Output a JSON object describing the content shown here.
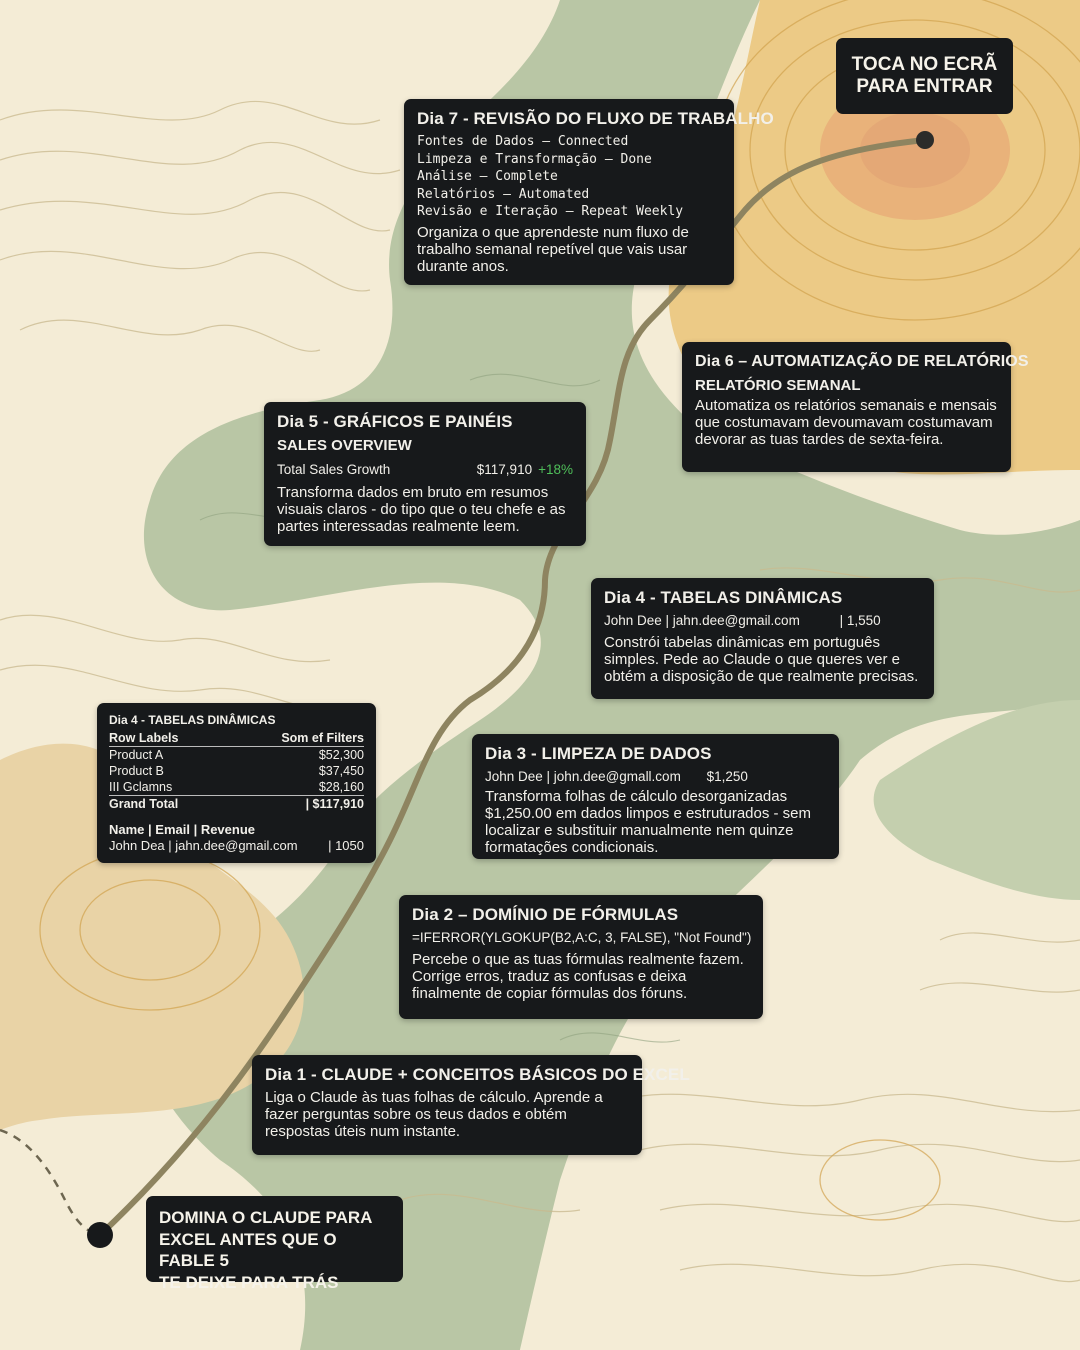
{
  "cta_top": {
    "lines": [
      "TOCA NO ECRÃ",
      "PARA ENTRAR"
    ]
  },
  "cta_bottom": {
    "lines": [
      "DOMINA O CLAUDE PARA",
      "EXCEL ANTES QUE O FABLE 5",
      "TE DEIXE PARA TRÁS"
    ]
  },
  "day7": {
    "title": "Dia 7 - REVISÃO DO FLUXO DE TRABALHO",
    "steps": [
      "Fontes de Dados – Connected",
      "Limpeza e Transformação – Done",
      "Análise – Complete",
      "Relatórios – Automated",
      "Revisão e Iteração – Repeat Weekly"
    ],
    "desc": "Organiza o que aprendeste num fluxo de trabalho semanal repetível que vais usar durante anos."
  },
  "day6": {
    "title": "Dia 6 – AUTOMATIZAÇÃO DE RELATÓRIOS",
    "subtitle": "RELATÓRIO SEMANAL",
    "desc": "Automatiza os relatórios semanais e mensais que costumavam devoumavam costumavam devorar as tuas tardes de sexta-feira."
  },
  "day5": {
    "title": "Dia 5 - GRÁFICOS E PAINÉIS",
    "subtitle": "SALES OVERVIEW",
    "metric_label": "Total Sales Growth",
    "metric_value": "$117,910",
    "metric_change": "+18%",
    "desc": "Transforma dados em bruto em resumos visuais claros - do tipo que o teu chefe e as partes interessadas realmente leem."
  },
  "day4": {
    "title": "Dia 4 - TABELAS DINÂMICAS",
    "sample_row": "John Dee | jahn.dee@gmail.com",
    "sample_value": "| 1,550",
    "desc": "Constrói tabelas dinâmicas em português simples. Pede ao Claude o que queres ver e obtém a disposição de que realmente precisas."
  },
  "pivot": {
    "title": "Dia 4 - TABELAS DINÂMICAS",
    "header": [
      "Row Labels",
      "Som ef Filters"
    ],
    "rows": [
      [
        "Product A",
        "$52,300"
      ],
      [
        "Product B",
        "$37,450"
      ],
      [
        "III Gclamns",
        "$28,160"
      ]
    ],
    "total": [
      "Grand Total",
      "| $117,910"
    ],
    "fields_header": "Name | Email | Revenue",
    "fields_row": "John Dea | jahn.dee@gmail.com",
    "fields_value": "| 1050"
  },
  "day3": {
    "title": "Dia 3 - LIMPEZA DE DADOS",
    "sample_row": "John Dee | john.dee@gmall.com",
    "sample_value": "$1,250",
    "desc": "Transforma folhas de cálculo desorganizadas $1,250.00 em dados limpos e estruturados - sem localizar e substituir manualmente nem quinze formatações condicionais."
  },
  "day2": {
    "title": "Dia 2 – DOMÍNIO DE FÓRMULAS",
    "formula": "=IFERROR(YLGOKUP(B2,A:C, 3, FALSE), \"Not Found\")",
    "desc": "Percebe o que as tuas fórmulas realmente fazem. Corrige erros, traduz as confusas e deixa finalmente de copiar fórmulas dos fóruns."
  },
  "day1": {
    "title": "Dia 1 - CLAUDE + CONCEITOS BÁSICOS DO EXCEL",
    "desc": "Liga o Claude às tuas folhas de cálculo. Aprende a fazer perguntas sobre os teus dados e obtém respostas úteis num instante."
  },
  "colors": {
    "paper": "#f4ecd6",
    "sage": "#b9c6a5",
    "sand": "#e9d3a6",
    "gold": "#ecca86",
    "peak": "#e4a876",
    "trail": "#8e8460",
    "card": "#17191b"
  }
}
